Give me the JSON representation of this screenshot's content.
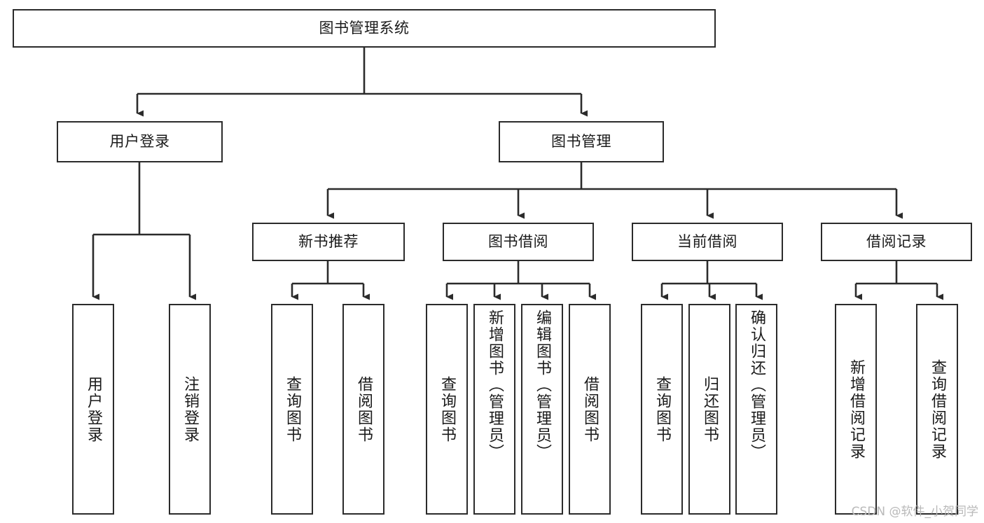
{
  "diagram": {
    "title": "图书管理系统",
    "type": "tree-hierarchy-chart",
    "orientation": "top-down",
    "colors": {
      "box_border": "#2b2b2b",
      "box_fill": "#ffffff",
      "connector": "#2b2b2b",
      "text": "#1a1a1a",
      "watermark": "#b9b9b9",
      "background": "#ffffff"
    }
  },
  "root": {
    "label": "图书管理系统"
  },
  "level2": [
    {
      "label": "用户登录"
    },
    {
      "label": "图书管理"
    }
  ],
  "level3": [
    {
      "label": "新书推荐"
    },
    {
      "label": "图书借阅"
    },
    {
      "label": "当前借阅"
    },
    {
      "label": "借阅记录"
    }
  ],
  "leaves": {
    "user_login": [
      {
        "label": "用户登录"
      },
      {
        "label": "注销登录"
      }
    ],
    "new_book_recommend": [
      {
        "label": "查询图书"
      },
      {
        "label": "借阅图书"
      }
    ],
    "book_borrow": [
      {
        "label": "查询图书"
      },
      {
        "label": "新增图书（管理员）"
      },
      {
        "label": "编辑图书（管理员）"
      },
      {
        "label": "借阅图书"
      }
    ],
    "current_borrow": [
      {
        "label": "查询图书"
      },
      {
        "label": "归还图书"
      },
      {
        "label": "确认归还（管理员）"
      }
    ],
    "borrow_record": [
      {
        "label": "新增借阅记录"
      },
      {
        "label": "查询借阅记录"
      }
    ]
  },
  "watermark": {
    "text": "CSDN @软件_小贺同学"
  }
}
